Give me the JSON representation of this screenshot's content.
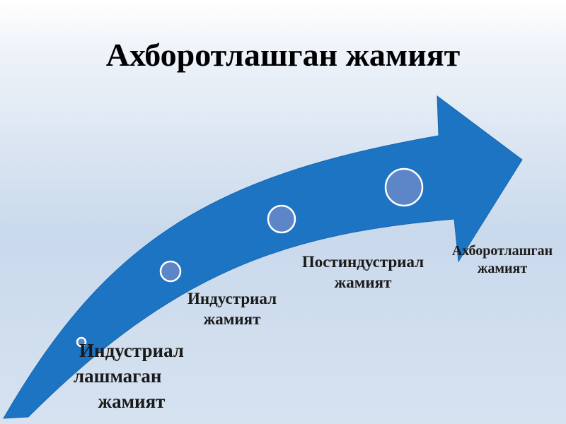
{
  "title": "Ахборотлашган жамият",
  "colors": {
    "arrow": "#1d74c2",
    "arrow_edge": "#1667b0",
    "node_fill": "#5d86c8",
    "node_stroke": "#ffffff"
  },
  "stages": [
    {
      "line1": "Индустриал",
      "line2": "лашмаган",
      "line3": "жамият"
    },
    {
      "line1": "Индустриал",
      "line2": "жамият"
    },
    {
      "line1": "Постиндустриал",
      "line2": "жамият"
    },
    {
      "line1": "Ахборотлашган",
      "line2": "жамият"
    }
  ]
}
